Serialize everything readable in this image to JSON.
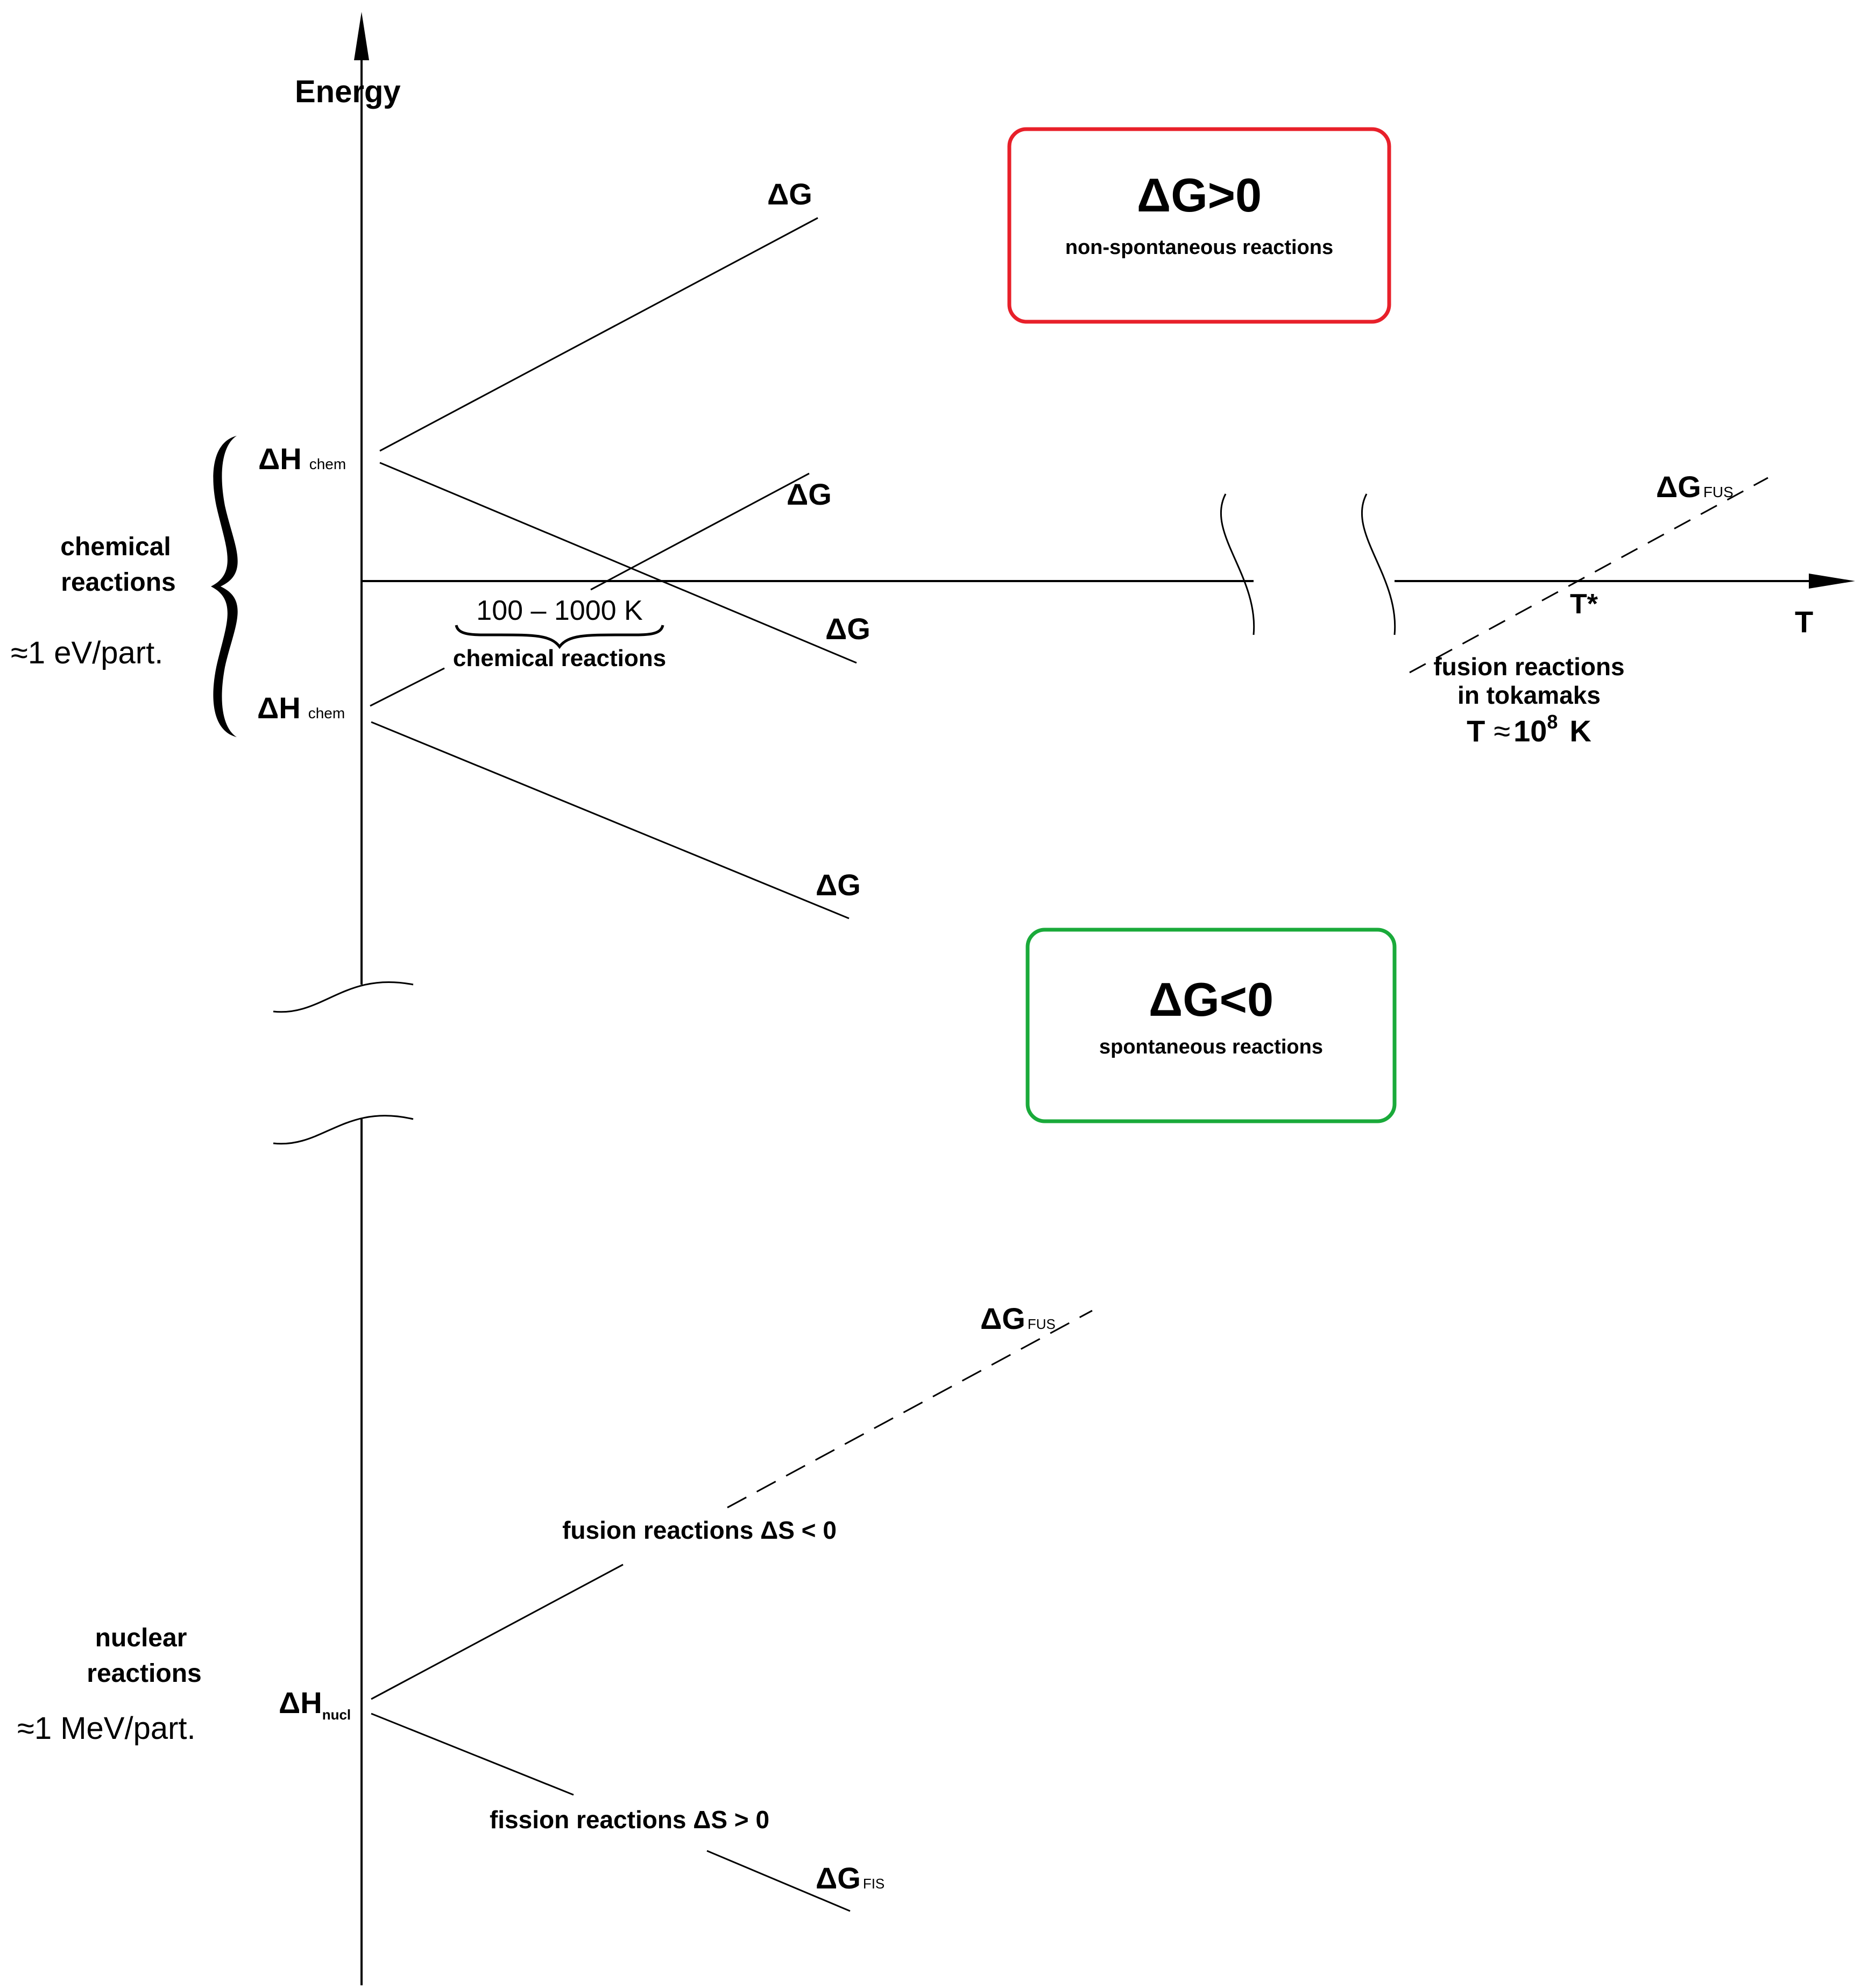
{
  "axes": {
    "y_label": "Energy",
    "x_label": "T"
  },
  "boxes": {
    "positive": {
      "title": "ΔG>0",
      "subtitle": "non-spontaneous reactions",
      "border_color": "#e8202a"
    },
    "negative": {
      "title": "ΔG<0",
      "subtitle": "spontaneous reactions",
      "border_color": "#1aaa3a"
    }
  },
  "chemical": {
    "label_line1": "chemical",
    "label_line2": "reactions",
    "energy_scale": "≈1 eV/part.",
    "dh_upper_main": "ΔH",
    "dh_upper_sub": "chem",
    "dh_lower_main": "ΔH",
    "dh_lower_sub": "chem",
    "temp_range": "100 – 1000 K",
    "temp_range_label": "chemical reactions",
    "dg_labels": [
      "ΔG",
      "ΔG",
      "ΔG",
      "ΔG"
    ]
  },
  "fusion_tokamak": {
    "dg_main": "ΔG",
    "dg_sub": "FUS",
    "t_star": "T*",
    "line1": "fusion reactions",
    "line2": "in tokamaks",
    "temp_prefix": "T",
    "temp_approx": "≈",
    "temp_base": "10",
    "temp_exp": "8",
    "temp_unit": "K"
  },
  "nuclear": {
    "label_line1": "nuclear",
    "label_line2": "reactions",
    "energy_scale": "≈1 MeV/part.",
    "dh_main": "ΔH",
    "dh_sub": "nucl",
    "fusion_label": "fusion reactions ΔS < 0",
    "fission_label": "fission reactions ΔS > 0",
    "dg_fus_main": "ΔG",
    "dg_fus_sub": "FUS",
    "dg_fis_main": "ΔG",
    "dg_fis_sub": "FIS"
  }
}
